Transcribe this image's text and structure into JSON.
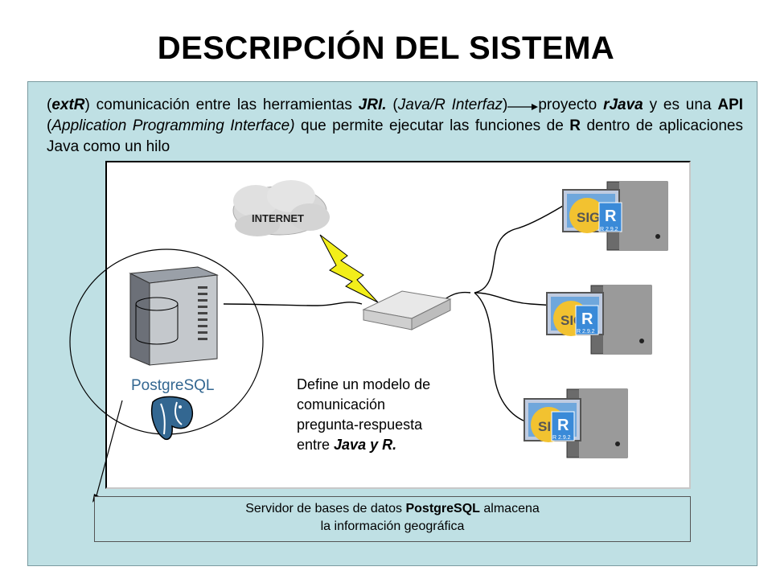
{
  "title": "DESCRIPCIÓN DEL SISTEMA",
  "intro": {
    "p1_open": "(",
    "p1_extr": "extR",
    "p1_a": ") comunicación entre las herramientas ",
    "p1_jri": "JRI.",
    "p1_b": " (",
    "p1_java_r": "Java/R Interfaz",
    "p1_c": ")",
    "p1_proyecto": "proyecto",
    "p2_rjava": "rJava",
    "p2_a": " y es una ",
    "p2_api": "API",
    "p2_b": " (",
    "p2_app": "Application Programming Interface)",
    "p2_c": " que permite ejecutar las funciones de ",
    "p2_r": "R",
    "p2_d": " dentro de aplicaciones Java como un hilo"
  },
  "diagram": {
    "internet_label": "INTERNET",
    "postgres_label": "PostgreSQL",
    "sig_label": "SIG",
    "r_label": "R",
    "r_version": "R 2.9.2"
  },
  "note": {
    "line1": "Define un modelo de",
    "line2": "comunicación",
    "line3": "pregunta-respuesta",
    "line4_a": "entre ",
    "line4_b": "Java y R."
  },
  "caption": {
    "a": "Servidor de bases de datos ",
    "b": "PostgreSQL",
    "c": "  almacena",
    "line2": "la información geográfica"
  },
  "colors": {
    "panel": "#bfe0e4",
    "lightning": "#f2ee1a",
    "postgres_blue": "#336791",
    "r_blue": "#2766b5"
  }
}
